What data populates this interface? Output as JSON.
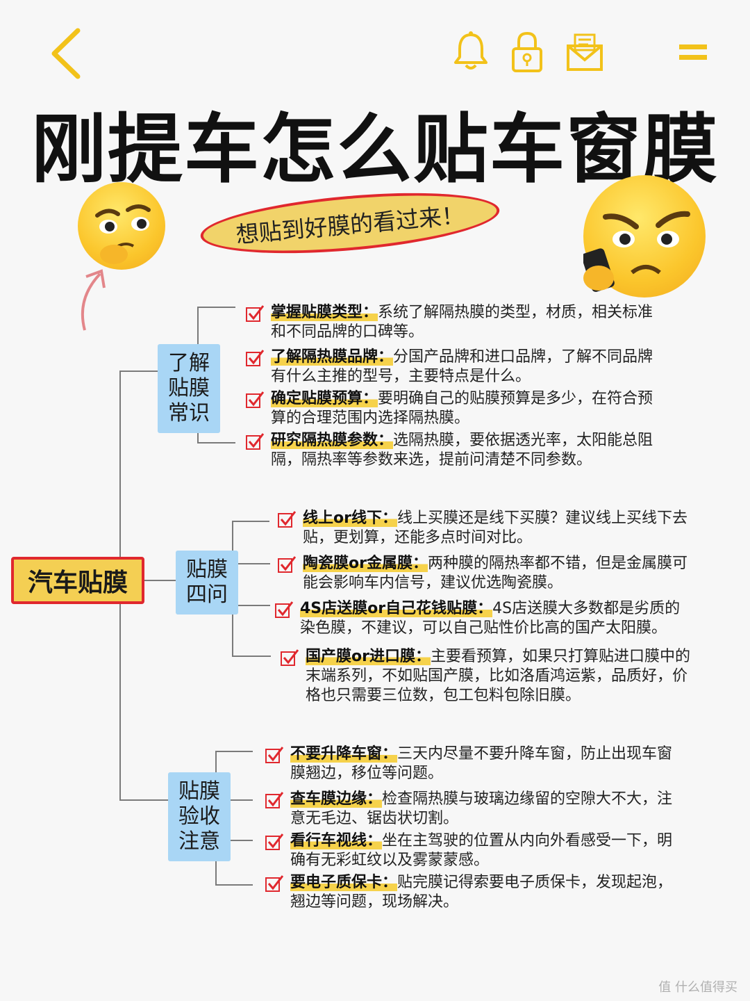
{
  "header": {
    "icons": [
      "back-chevron-icon",
      "bell-icon",
      "lock-icon",
      "mail-icon",
      "menu-icon"
    ],
    "accent": "#f2c21a"
  },
  "title": "刚提车怎么贴车窗膜",
  "slogan": "想贴到好膜的看过来！",
  "root": "汽车贴膜",
  "categories": [
    {
      "label_lines": [
        "了解",
        "贴膜",
        "常识"
      ],
      "items": [
        {
          "head": "掌握贴膜类型：",
          "text1": "系统了解隔热膜的类型，材质，相关标准",
          "text2": "和不同品牌的口碑等。"
        },
        {
          "head": "了解隔热膜品牌：",
          "text1": "分国产品牌和进口品牌，了解不同品牌",
          "text2": "有什么主推的型号，主要特点是什么。"
        },
        {
          "head": "确定贴膜预算：",
          "text1": "要明确自己的贴膜预算是多少，在符合预",
          "text2": "算的合理范围内选择隔热膜。"
        },
        {
          "head": "研究隔热膜参数：",
          "text1": "选隔热膜，要依据透光率，太阳能总阻",
          "text2": "隔，隔热率等参数来选，提前问清楚不同参数。"
        }
      ]
    },
    {
      "label_lines": [
        "贴膜",
        "四问"
      ],
      "items": [
        {
          "head": "线上or线下：",
          "text1": "线上买膜还是线下买膜？建议线上买线下去",
          "text2": "贴，更划算，还能多点时间对比。"
        },
        {
          "head": "陶瓷膜or金属膜：",
          "text1": "两种膜的隔热率都不错，但是金属膜可",
          "text2": "能会影响车内信号，建议优选陶瓷膜。"
        },
        {
          "head": "4S店送膜or自己花钱贴膜：",
          "text1": "4S店送膜大多数都是劣质的",
          "text2": "染色膜，不建议，可以自己贴性价比高的国产太阳膜。"
        },
        {
          "head": "国产膜or进口膜：",
          "text1": "主要看预算，如果只打算贴进口膜中的",
          "text2": "末端系列，不如贴国产膜，比如洛盾鸿运紫，品质好，价",
          "text3": "格也只需要三位数，包工包料包除旧膜。"
        }
      ]
    },
    {
      "label_lines": [
        "贴膜",
        "验收",
        "注意"
      ],
      "items": [
        {
          "head": "不要升降车窗：",
          "text1": "三天内尽量不要升降车窗，防止出现车窗",
          "text2": "膜翘边，移位等问题。"
        },
        {
          "head": "查车膜边缘：",
          "text1": "检查隔热膜与玻璃边缘留的空隙大不大，注",
          "text2": "意无毛边、锯齿状切割。"
        },
        {
          "head": "看行车视线：",
          "text1": "坐在主驾驶的位置从内向外看感受一下，明",
          "text2": "确有无彩虹纹以及雾蒙蒙感。"
        },
        {
          "head": "要电子质保卡：",
          "text1": "贴完膜记得索要电子质保卡，发现起泡，",
          "text2": "翘边等问题，现场解决。"
        }
      ]
    }
  ],
  "watermark": "值 什么值得买"
}
